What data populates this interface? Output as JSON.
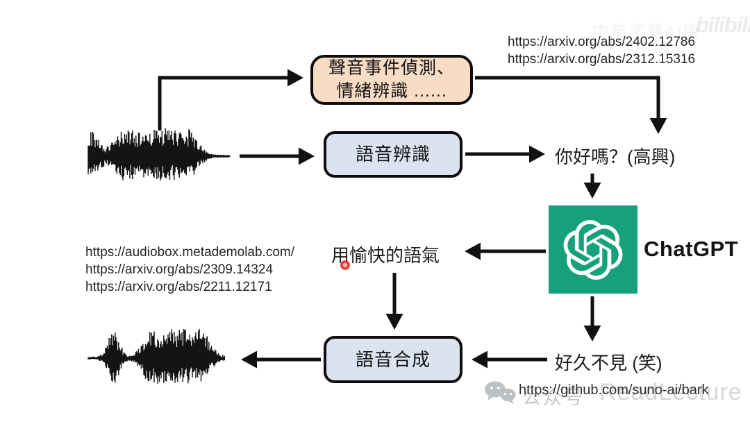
{
  "slide": {
    "boxes": {
      "event_detection": {
        "line1": "聲音事件偵測、",
        "line2": "情緒辨識 ......"
      },
      "asr": {
        "label": "語音辨識"
      },
      "tts": {
        "label": "語音合成"
      }
    },
    "texts": {
      "hello": "你好嗎？(高興)",
      "tone": "用愉快的語氣",
      "longtime": "好久不見 (笑)"
    },
    "chatgpt": {
      "label": "ChatGPT"
    },
    "links": {
      "top_right": [
        "https://arxiv.org/abs/2402.12786",
        "https://arxiv.org/abs/2312.15316"
      ],
      "left": [
        "https://audiobox.metademolab.com/",
        "https://arxiv.org/abs/2309.14324",
        "https://arxiv.org/abs/2211.12171"
      ],
      "bottom": "https://github.com/suno-ai/bark"
    },
    "watermarks": {
      "top_text": "中英字幕AI版",
      "bilibili": "bilibili",
      "account_label": "公众号",
      "account_name": "ReadLecture"
    },
    "colors": {
      "box_event": "#f9dcc4",
      "box_speech": "#dbe3f0",
      "chatgpt_green": "#16a07c",
      "arrow": "#111111",
      "waveform": "#141414"
    }
  }
}
